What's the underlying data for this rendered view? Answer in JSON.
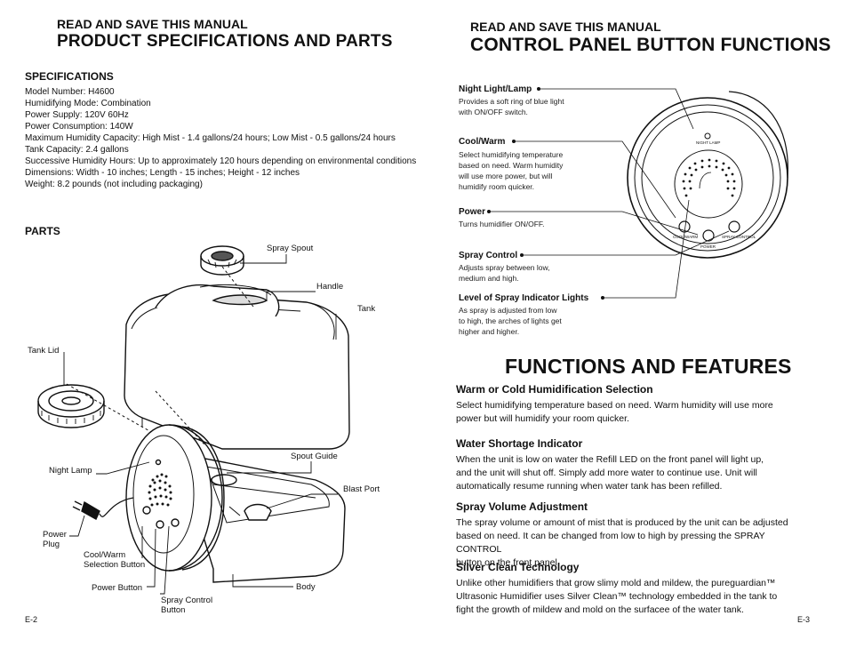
{
  "left": {
    "kicker": "READ AND SAVE THIS MANUAL",
    "title": "PRODUCT SPECIFICATIONS AND PARTS",
    "specs_heading": "SPECIFICATIONS",
    "specs": [
      "Model Number: H4600",
      "Humidifying Mode: Combination",
      "Power Supply: 120V 60Hz",
      "Power Consumption: 140W",
      "Maximum Humidity Capacity: High Mist - 1.4 gallons/24 hours; Low Mist - 0.5 gallons/24 hours",
      "Tank Capacity: 2.4 gallons",
      "Successive Humidity Hours: Up to approximately 120 hours depending on environmental conditions",
      "Dimensions: Width - 10 inches; Length - 15 inches; Height - 12 inches",
      "Weight: 8.2 pounds (not including packaging)"
    ],
    "parts_heading": "PARTS",
    "parts": {
      "spray_spout": "Spray Spout",
      "handle": "Handle",
      "tank": "Tank",
      "tank_lid": "Tank Lid",
      "spout_guide": "Spout Guide",
      "night_lamp": "Night Lamp",
      "blast_port": "Blast Port",
      "power_plug_1": "Power",
      "power_plug_2": "Plug",
      "cool_warm_1": "Cool/Warm",
      "cool_warm_2": "Selection Button",
      "power_button": "Power Button",
      "spray_control_1": "Spray Control",
      "spray_control_2": "Button",
      "body": "Body"
    },
    "page_number": "E-2"
  },
  "right": {
    "kicker": "READ AND SAVE THIS MANUAL",
    "title": "CONTROL PANEL BUTTON FUNCTIONS",
    "controls": [
      {
        "label": "Night Light/Lamp",
        "desc": [
          "Provides a soft ring of blue light",
          "with ON/OFF switch."
        ]
      },
      {
        "label": "Cool/Warm",
        "desc": [
          "Select humidifying temperature",
          "based on need. Warm humidity",
          "will use more power, but will",
          "humidify room quicker."
        ]
      },
      {
        "label": "Power",
        "desc": [
          "Turns humidifier ON/OFF."
        ]
      },
      {
        "label": "Spray Control",
        "desc": [
          "Adjusts spray between low,",
          "medium and high."
        ]
      },
      {
        "label": "Level of Spray Indicator Lights",
        "desc": [
          "As spray is adjusted from low",
          "to high, the arches of lights get",
          "higher and higher."
        ]
      }
    ],
    "panel_labels": {
      "night_lamp": "NIGHT LAMP",
      "cool_warm": "COOL/WARM",
      "power": "POWER",
      "spray_control": "SPRAY CONTROL"
    },
    "features_title": "FUNCTIONS AND FEATURES",
    "features": [
      {
        "heading": "Warm or Cold Humidification Selection",
        "lines": [
          "Select humidifying temperature based on need. Warm humidity will use more",
          "power but will humidify your room quicker."
        ]
      },
      {
        "heading": "Water Shortage Indicator",
        "lines": [
          "When the unit is low on water the Refill LED on the front panel will light up,",
          "and the unit will shut off. Simply add more water to continue use. Unit will",
          "automatically resume running when water tank has been refilled."
        ]
      },
      {
        "heading": "Spray Volume Adjustment",
        "lines": [
          "The spray volume or amount of mist that is produced by the unit can be adjusted",
          "based on need. It can be changed from low to high by pressing the SPRAY CONTROL",
          "button on the front panel."
        ]
      },
      {
        "heading": "Silver Clean Technology",
        "lines": [
          "Unlike other humidifiers that grow slimy mold and mildew, the pureguardian™",
          "Ultrasonic Humidifier uses Silver Clean™ technology embedded in the tank to",
          "fight the growth of mildew and mold on the surfacee of the water tank."
        ]
      }
    ],
    "page_number": "E-3"
  }
}
